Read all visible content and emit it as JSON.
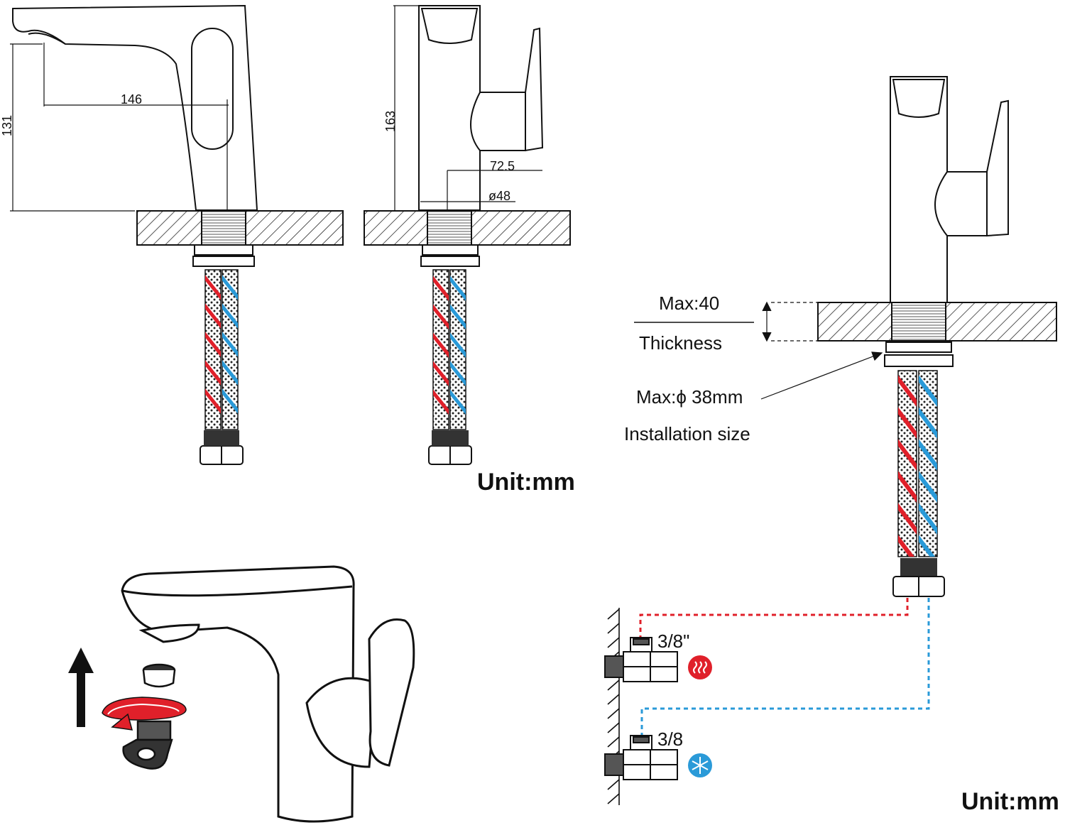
{
  "dimensions": {
    "spout_reach": "146",
    "spout_height": "131",
    "total_height": "163",
    "handle_offset": "72.5",
    "base_diameter": "ø48"
  },
  "units": {
    "top": "Unit:mm",
    "bottom": "Unit:mm"
  },
  "install": {
    "max_thickness": "Max:40",
    "thickness_label": "Thickness",
    "max_hole": "Max:ϕ 38mm",
    "size_label": "Installation size"
  },
  "valves": {
    "hot_size": "3/8\"",
    "cold_size": "3/8"
  },
  "colors": {
    "hot": "#e0202a",
    "cold": "#2a9ad8",
    "ink": "#111111"
  }
}
